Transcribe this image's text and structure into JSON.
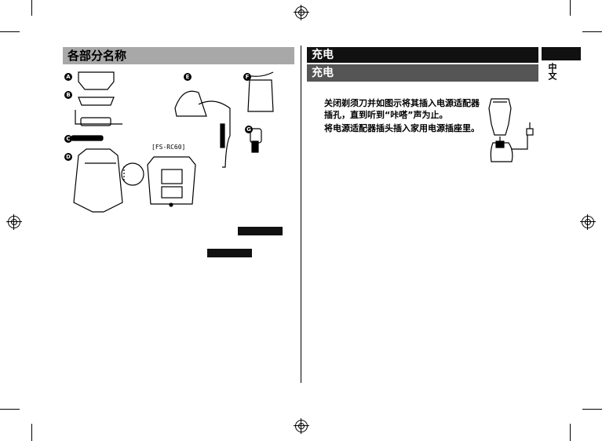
{
  "left_section": {
    "title": "各部分名称",
    "badges": [
      "A",
      "B",
      "C",
      "D",
      "E",
      "F",
      "G"
    ],
    "model_label": "[FS-RC60]"
  },
  "right_section": {
    "header_black": "充电",
    "header_grey": "充电",
    "language_tab": "中文",
    "steps": [
      "关闭剃须刀并如图示将其插入电源适配器插孔，直到听到“咔嗒”声为止。",
      "将电源适配器插头插入家用电源插座里。"
    ]
  },
  "colors": {
    "header_grey": "#a8a8a8",
    "header_black": "#111111"
  }
}
